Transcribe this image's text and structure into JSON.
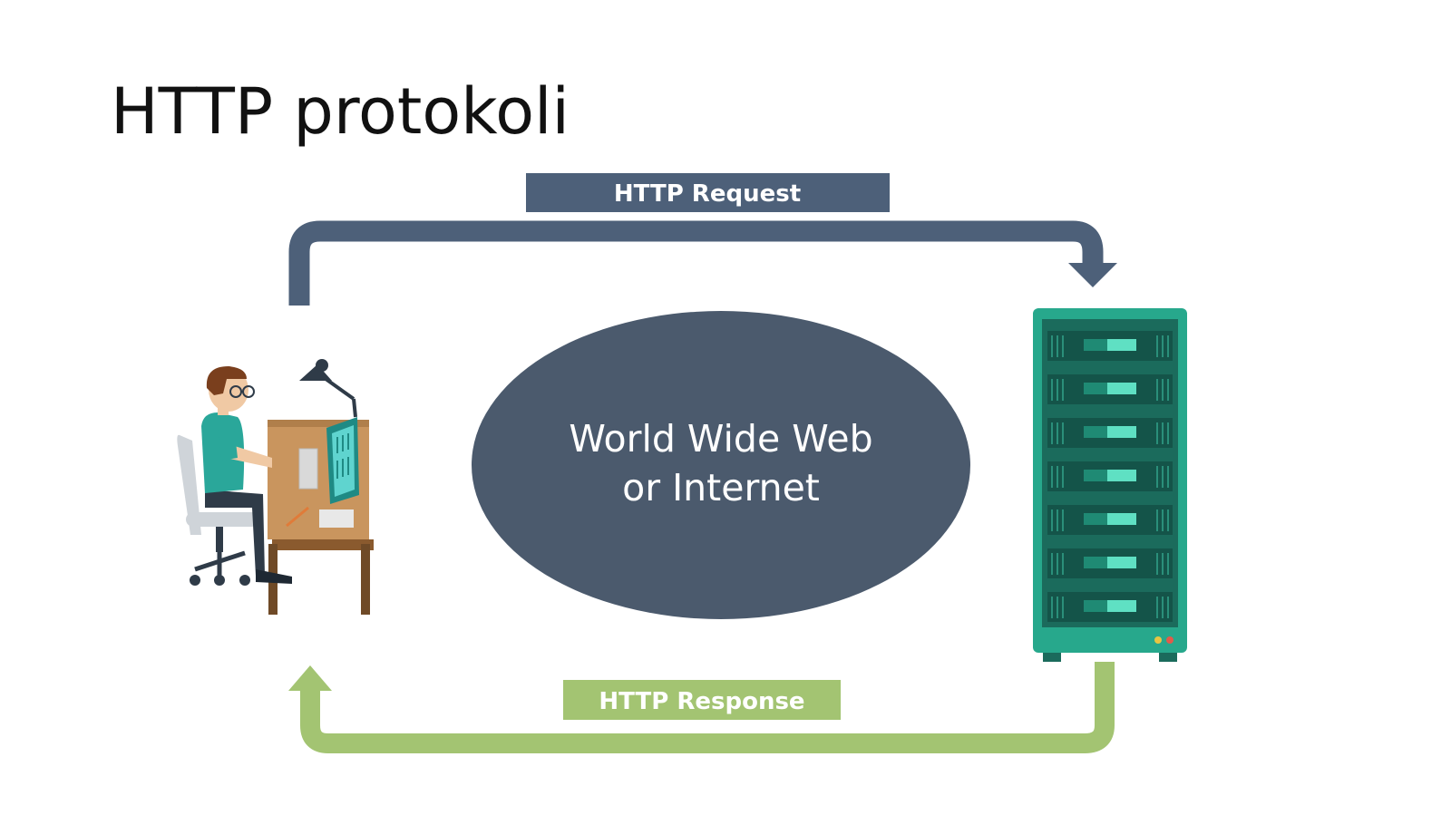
{
  "slide": {
    "title": "HTTP protokoli"
  },
  "request": {
    "label": "HTTP Request",
    "color": "#4d6079"
  },
  "response": {
    "label": "HTTP Response",
    "color": "#a3c472"
  },
  "network": {
    "line1": "World Wide Web",
    "line2": "or Internet",
    "color": "#4b5a6d"
  },
  "client": {
    "icon": "person-at-computer-icon"
  },
  "server": {
    "icon": "server-rack-icon",
    "color": "#27a88c"
  }
}
